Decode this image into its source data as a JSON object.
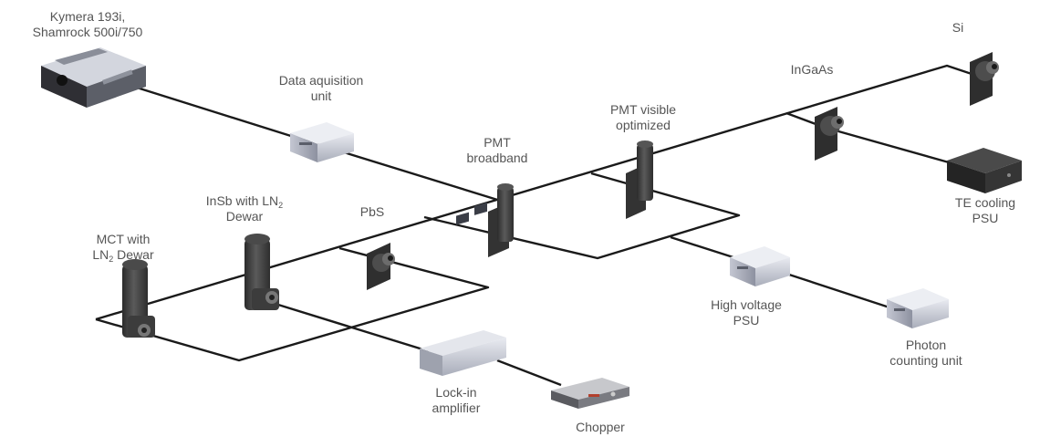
{
  "labels": {
    "kymera_line1": "Kymera 193i,",
    "kymera_line2": "Shamrock 500i/750",
    "data_acq_line1": "Data aquisition",
    "data_acq_line2": "unit",
    "pmt_broadband_line1": "PMT",
    "pmt_broadband_line2": "broadband",
    "pmt_visible_line1": "PMT visible",
    "pmt_visible_line2": "optimized",
    "ingaas": "InGaAs",
    "si": "Si",
    "te_cooling_line1": "TE cooling",
    "te_cooling_line2": "PSU",
    "insb_line1_a": "InSb with LN",
    "insb_line1_sub": "2",
    "insb_line2": "Dewar",
    "pbs": "PbS",
    "mct_line1": "MCT with",
    "mct_line2_a": "LN",
    "mct_line2_sub": "2",
    "mct_line2_b": " Dewar",
    "high_voltage_line1": "High voltage",
    "high_voltage_line2": "PSU",
    "photon_line1": "Photon",
    "photon_line2": "counting unit",
    "lockin_line1": "Lock-in",
    "lockin_line2": "amplifier",
    "chopper": "Chopper"
  },
  "colors": {
    "line": "#1a1a1a",
    "text": "#555555",
    "detector_dark": "#3a3a3a",
    "device_light": "#c9ccd6"
  }
}
